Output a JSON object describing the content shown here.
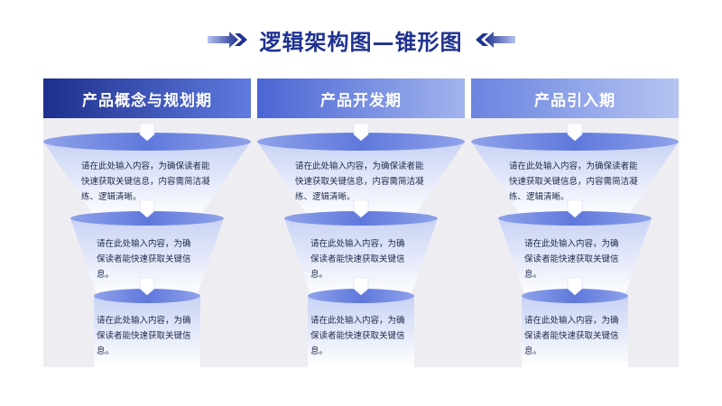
{
  "title": "逻辑架构图—锥形图",
  "columns": [
    {
      "header": "产品概念与规划期",
      "tier1_text": "请在此处输入内容，为确保读者能快速获取关键信息，内容需简洁凝练、逻辑清晰。",
      "tier2_text": "请在此处输入内容，为确保读者能快速获取关键信息。",
      "tier3_text": "请在此处输入内容，为确保读者能快速获取关键信息。"
    },
    {
      "header": "产品开发期",
      "tier1_text": "请在此处输入内容，为确保读者能快速获取关键信息，内容需简洁凝练、逻辑清晰。",
      "tier2_text": "请在此处输入内容，为确保读者能快速获取关键信息。",
      "tier3_text": "请在此处输入内容，为确保读者能快速获取关键信息。"
    },
    {
      "header": "产品引入期",
      "tier1_text": "请在此处输入内容，为确保读者能快速获取关键信息，内容需简洁凝练、逻辑清晰。",
      "tier2_text": "请在此处输入内容，为确保读者能快速获取关键信息。",
      "tier3_text": "请在此处输入内容，为确保读者能快速获取关键信息。"
    }
  ],
  "colors": {
    "title": "#1f3290",
    "header_dark": "#1e2f8c",
    "header_mid": "#4a66d4",
    "header_light": "#a9b8f0",
    "ellipse": "#6f85e0",
    "panel": "#eeeef2"
  },
  "icons": {
    "title_left": "double-arrow-right-icon",
    "title_right": "double-arrow-left-icon",
    "tier_marker": "down-arrow-marker-icon"
  }
}
